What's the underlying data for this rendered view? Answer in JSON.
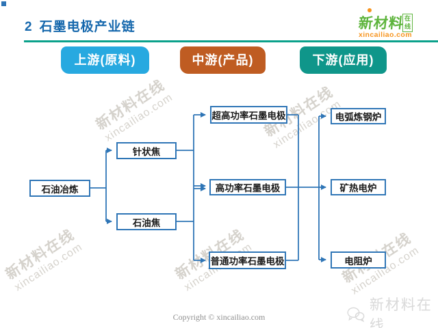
{
  "title": {
    "number": "2",
    "text": "石墨电极产业链"
  },
  "brand_logo": {
    "name": "新材料",
    "suffix_top": "在",
    "suffix_bottom": "线",
    "domain": "xincailiao.com"
  },
  "stage_headers": [
    {
      "label": "上游(原料)",
      "color": "#27A9E0"
    },
    {
      "label": "中游(产品)",
      "color": "#BF5C22"
    },
    {
      "label": "下游(应用)",
      "color": "#0F968A"
    }
  ],
  "flowchart": {
    "source": {
      "label": "石油冶炼"
    },
    "materials": [
      {
        "label": "针状焦"
      },
      {
        "label": "石油焦"
      }
    ],
    "products": [
      {
        "label": "超高功率石墨电极"
      },
      {
        "label": "高功率石墨电极"
      },
      {
        "label": "普通功率石墨电极"
      }
    ],
    "applications": [
      {
        "label": "电弧炼钢炉"
      },
      {
        "label": "矿热电炉"
      },
      {
        "label": "电阻炉"
      }
    ],
    "line_color": "#2E75B6"
  },
  "watermark": {
    "line1": "新材料在线",
    "line2": "xincailiao.com"
  },
  "footer": {
    "copyright": "Copyright © xincailiao.com",
    "wechat_brand": "新材料在线"
  },
  "colors": {
    "title_blue": "#1668AD",
    "divider_teal": "#0AA18B",
    "node_border_blue": "#2E75B6",
    "logo_green": "#5DB43C",
    "logo_orange": "#F7941E"
  }
}
